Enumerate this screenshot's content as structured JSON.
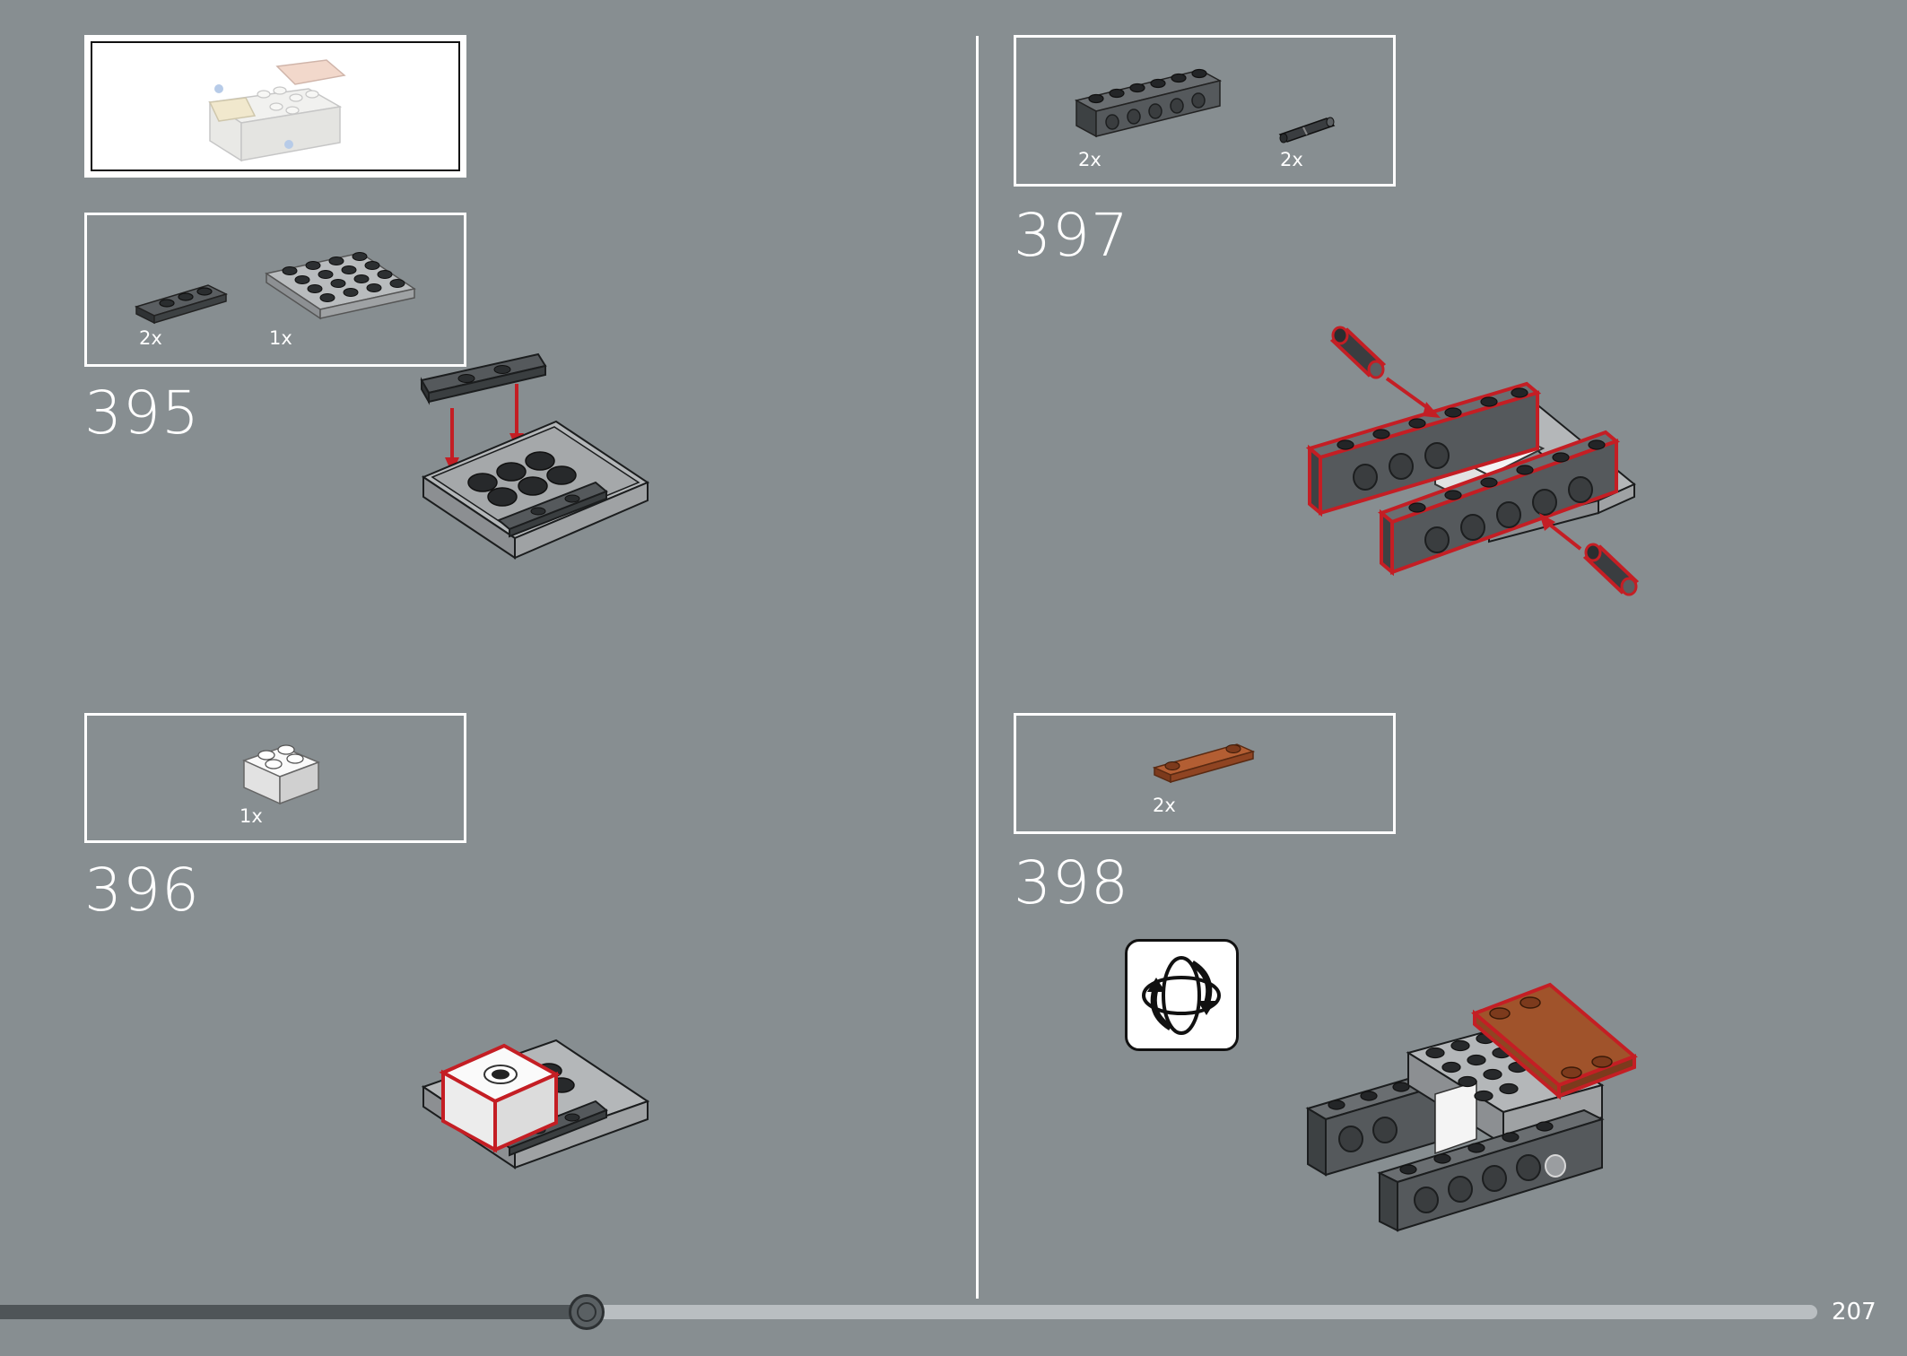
{
  "page": {
    "number": "207"
  },
  "progress": {
    "fraction": 0.323
  },
  "steps": [
    {
      "number": "395",
      "parts": [
        {
          "qty": "2x"
        },
        {
          "qty": "1x"
        }
      ]
    },
    {
      "number": "396",
      "parts": [
        {
          "qty": "1x"
        }
      ]
    },
    {
      "number": "397",
      "parts": [
        {
          "qty": "2x"
        },
        {
          "qty": "2x"
        }
      ]
    },
    {
      "number": "398",
      "parts": [
        {
          "qty": "2x"
        }
      ]
    }
  ],
  "icons": {
    "rotate": "rotate-model-icon",
    "arrow": "red-arrow-icon"
  },
  "colors": {
    "background": "#878e91",
    "highlight": "#c41e24",
    "brick_dark": "#3a3d40",
    "brick_light_grey": "#a7aaad",
    "brick_reddish_brown": "#a0532b",
    "brick_white": "#f4f4f4"
  }
}
